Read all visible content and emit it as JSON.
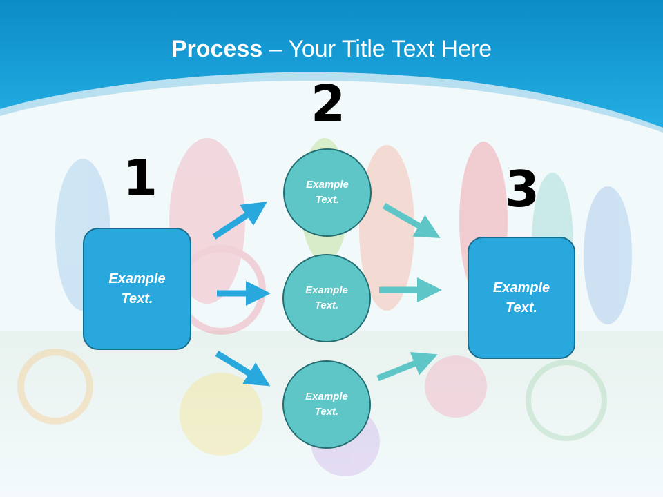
{
  "title": {
    "bold": "Process",
    "rest": " – Your Title Text Here"
  },
  "steps": [
    {
      "number": "1",
      "text_line1": "Example",
      "text_line2": "Text."
    },
    {
      "number": "2"
    },
    {
      "number": "3",
      "text_line1": "Example",
      "text_line2": "Text."
    }
  ],
  "circles": [
    {
      "line1": "Example",
      "line2": "Text."
    },
    {
      "line1": "Example",
      "line2": "Text."
    },
    {
      "line1": "Example",
      "line2": "Text."
    }
  ],
  "colors": {
    "header": "#1da5dc",
    "box": "#29a8de",
    "circle": "#5fc6c8",
    "arrow_blue": "#29a8de",
    "arrow_teal": "#5fc6c8"
  }
}
